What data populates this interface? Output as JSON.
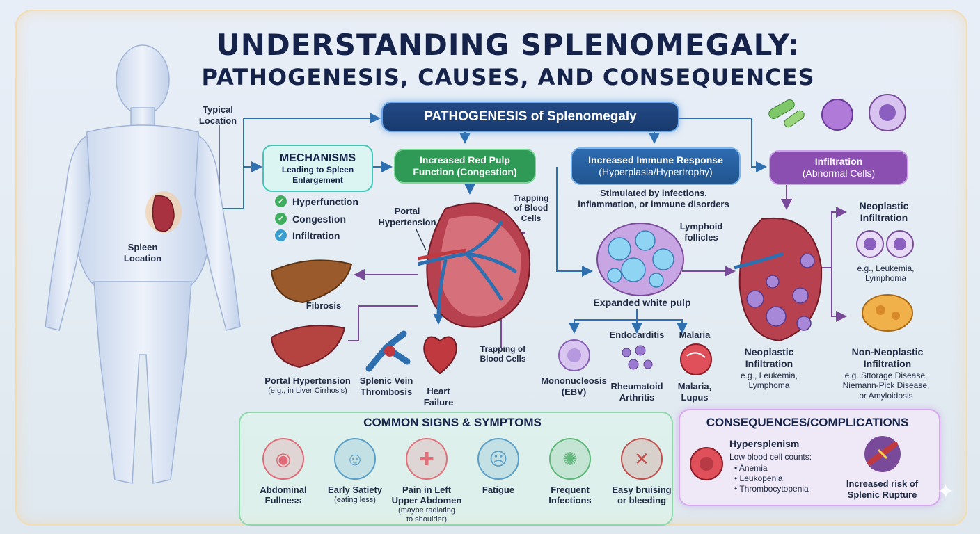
{
  "title": {
    "line1": "UNDERSTANDING SPLENOMEGALY:",
    "line2": "PATHOGENESIS, CAUSES, AND CONSEQUENCES"
  },
  "body_labels": {
    "typical": "Typical\nLocation",
    "spleen": "Spleen\nLocation"
  },
  "pathogenesis": {
    "header": "PATHOGENESIS of Splenomegaly"
  },
  "mechanisms": {
    "title": "MECHANISMS",
    "sub1": "Leading to Spleen",
    "sub2": "Enlargement",
    "items": [
      "Hyperfunction",
      "Congestion",
      "Infiltration"
    ]
  },
  "red_pulp": {
    "line1": "Increased Red Pulp",
    "line2": "Function (Congestion)",
    "portal": "Portal\nHypertension",
    "trap_top": "Trapping\nof Blood\nCells",
    "trap_bottom": "Trapping of\nBlood Cells",
    "fibrosis": "Fibrosis",
    "ph_label": "Portal Hypertension",
    "ph_sub": "(e.g., in Liver Cirrhosis)",
    "svt": "Splenic Vein\nThrombosis",
    "hf": "Heart\nFailure"
  },
  "immune": {
    "line1": "Increased Immune Response",
    "line2": "(Hyperplasia/Hypertrophy)",
    "stimulated": "Stimulated by infections,\ninflammation, or immune disorders",
    "lymphoid": "Lymphoid\nfollicles",
    "expanded": "Expanded white pulp",
    "mono": "Mononucleosis\n(EBV)",
    "endo": "Endocarditis",
    "ra": "Rheumatoid\nArthritis",
    "malaria": "Malaria",
    "ml": "Malaria,\nLupus"
  },
  "infiltration": {
    "line1": "Infiltration",
    "line2": "(Abnormal Cells)",
    "neo_title": "Neoplastic\nInfiltration",
    "neo_eg": "e.g., Leukemia,\nLymphoma",
    "neo_center_title": "Neoplastic\nInfiltration",
    "neo_center_eg": "e.g., Leukemia,\nLymphoma",
    "non_title": "Non-Neoplastic\nInfiltration",
    "non_eg": "e.g. Sttorage Disease,\nNiemann-Pick Disease,\nor Amyloidosis"
  },
  "symptoms": {
    "header": "COMMON SIGNS & SYMPTOMS",
    "items": [
      {
        "title": "Abdominal\nFullness",
        "sub": "",
        "icon": "abdomen-icon",
        "color": "#e06a78"
      },
      {
        "title": "Early Satiety",
        "sub": "(eating less)",
        "icon": "eating-icon",
        "color": "#5a9fc8"
      },
      {
        "title": "Pain in Left\nUpper Abdomen",
        "sub": "(maybe radiating\nto shoulder)",
        "icon": "pain-icon",
        "color": "#e0707a"
      },
      {
        "title": "Fatigue",
        "sub": "",
        "icon": "fatigue-icon",
        "color": "#5a9fc8"
      },
      {
        "title": "Frequent\nInfections",
        "sub": "",
        "icon": "virus-icon",
        "color": "#5fb87a"
      },
      {
        "title": "Easy bruising\nor bleeding",
        "sub": "",
        "icon": "bruise-icon",
        "color": "#c0504d"
      }
    ]
  },
  "consequences": {
    "header": "CONSEQUENCES/COMPLICATIONS",
    "hyper": "Hypersplenism",
    "low": "Low blood cell counts:",
    "list": [
      "Anemia",
      "Leukopenia",
      "Thrombocytopenia"
    ],
    "rupture": "Increased risk of\nSplenic Rupture"
  },
  "colors": {
    "teal": "#3fc7b8",
    "green": "#3fae5f",
    "blue": "#2e6fb0",
    "purple": "#8a4fb0",
    "navy": "#15234b"
  }
}
